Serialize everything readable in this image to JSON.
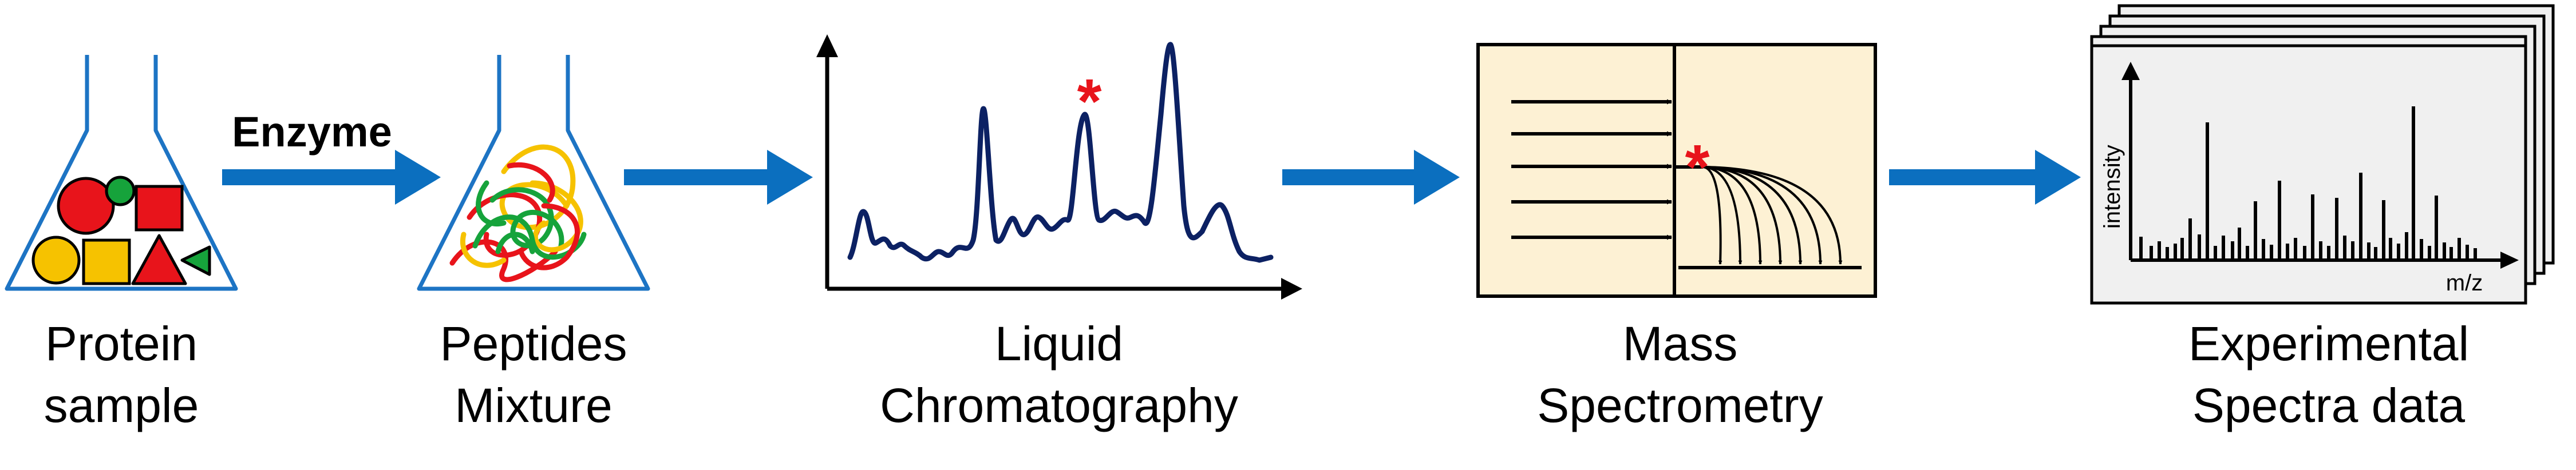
{
  "stages": [
    {
      "line1": "Protein",
      "line2": "sample"
    },
    {
      "line1": "Peptides",
      "line2": "Mixture"
    },
    {
      "line1": "Liquid",
      "line2": "Chromatography"
    },
    {
      "line1": "Mass",
      "line2": "Spectrometry"
    },
    {
      "line1": "Experimental",
      "line2": "Spectra data"
    }
  ],
  "enzyme_label": "Enzyme",
  "marker": "*",
  "spectra_axes": {
    "y_label": "intensity",
    "x_label": "m/z"
  },
  "colors": {
    "arrow": "#0b6fbf",
    "flask": "#1d74c4",
    "trace": "#0c2163",
    "star": "#e8141b",
    "ms_box": "#fdf1d4",
    "spectra_bg": "#f0f0f0",
    "red": "#e8141b",
    "yellow": "#f6c200",
    "green": "#16a33b"
  },
  "icons": [
    "arrow-right-icon",
    "flask-icon",
    "chromatogram-icon",
    "mass-spec-icon",
    "spectrum-stack-icon"
  ]
}
